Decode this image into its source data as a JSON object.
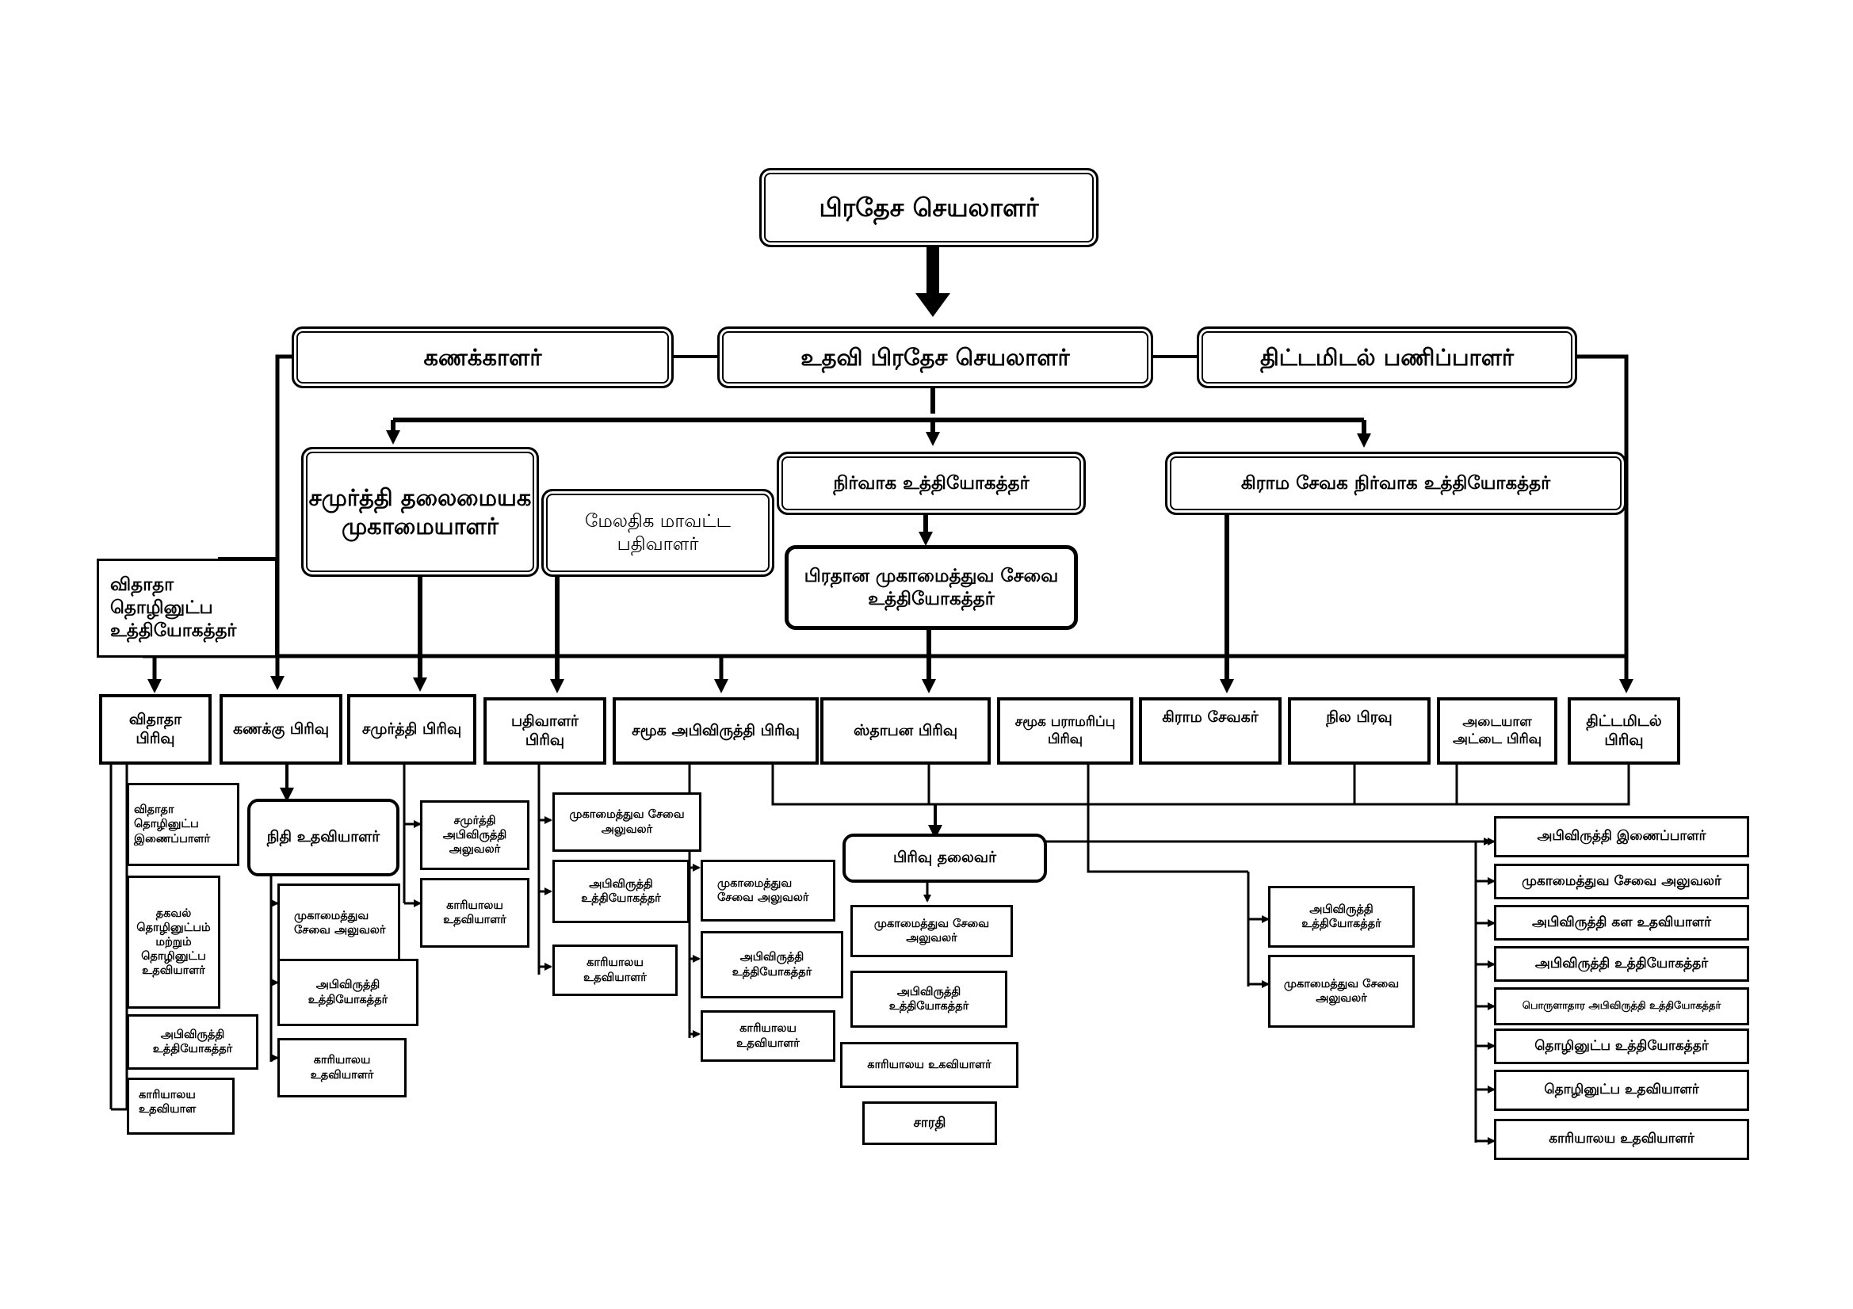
{
  "nodes": {
    "ds": "பிரதேச செயலாளர்",
    "accountant": "கணக்காளர்",
    "ads": "உதவி பிரதேச செயலாளர்",
    "planning": "திட்டமிடல் பணிப்பாளர்",
    "samurdhi_mgr": "சமுர்த்தி தலைமையக முகாமையாளர்",
    "addl_registrar": "மேலதிக மாவட்ட பதிவாளர்",
    "admin_officer": "நிர்வாக உத்தியோகத்தர்",
    "gs_admin": "கிராம சேவக நிர்வாக உத்தியோகத்தர்",
    "chief_mgmt": "பிரதான முகாமைத்துவ சேவை உத்தியோகத்தர்",
    "vidatha_officer": "விதாதா தொழினுட்ப உத்தியோகத்தர்",
    "div_vidatha": "விதாதா பிரிவு",
    "div_accounts": "கணக்கு பிரிவு",
    "div_samurdhi": "சமுர்த்தி பிரிவு",
    "div_registrar": "பதிவாளர் பிரிவு",
    "div_social_dev": "சமூக அபிவிருத்தி பிரிவு",
    "div_establish": "ஸ்தாபன பிரிவு",
    "div_social_care": "சமூக பராமரிப்பு பிரிவு",
    "div_gs": "கிராம சேவகர்",
    "div_land": "நில பிரவு",
    "div_id": "அடையாள அட்டை பிரிவு",
    "div_planning": "திட்டமிடல் பிரிவு",
    "v_tech_coord": "விதாதா தொழினுட்ப இணைப்பாளர்",
    "v_info_tech": "தகவல் தொழினுட்பம் மற்றும் தொழினுட்ப உதவியாளர்",
    "v_dev_officer": "அபிவிருத்தி உத்தியோகத்தர்",
    "v_office_asst": "காரியாலய உதவியாள",
    "a_finance_asst": "நிதி உதவியாளர்",
    "a_mgmt_asst": "முகாமைத்துவ சேவை அலுவலர்",
    "a_dev_officer": "அபிவிருத்தி உத்தியோகத்தர்",
    "a_office_asst": "காரியாலய உதவியாளர்",
    "s_dev_officer": "சமுர்த்தி அபிவிருத்தி அலுவலர்",
    "s_office_asst": "காரியாலய உதவியாளர்",
    "r_mgmt_asst": "முகாமைத்துவ சேவை அலுவலர்",
    "r_dev_officer": "அபிவிருத்தி உத்தியோகத்தர்",
    "r_office_asst": "காரியாலய உதவியாளர்",
    "sd_mgmt_asst": "முகாமைத்துவ சேவை அலுவலர்",
    "sd_dev_officer": "அபிவிருத்தி உத்தியோகத்தர்",
    "sd_office_asst": "காரியாலய உதவியாளர்",
    "div_head": "பிரிவு தலைவர்",
    "e_mgmt_asst": "முகாமைத்துவ சேவை அலுவலர்",
    "e_dev_officer": "அபிவிருத்தி உத்தியோகத்தர்",
    "e_office_asst": "காரியாலய உகவியாளர்",
    "e_driver": "சாரதி",
    "sc_dev_officer": "அபிவிருத்தி உத்தியோகத்தர்",
    "sc_mgmt_asst": "முகாமைத்துவ சேவை அலுவலர்",
    "p_dev_coord": "அபிவிருத்தி இணைப்பாளர்",
    "p_mgmt_asst": "முகாமைத்துவ சேவை அலுவலர்",
    "p_dev_field": "அபிவிருத்தி கள உதவியாளர்",
    "p_dev_officer": "அபிவிருத்தி உத்தியோகத்தர்",
    "p_econ_dev": "பொருளாதார அபிவிருத்தி உத்தியோகத்தர்",
    "p_tech_officer": "தொழினுட்ப உத்தியோகத்தர்",
    "p_tech_asst": "தொழினுட்ப உதவியாளர்",
    "p_office_asst": "காரியாலய உதவியாளர்"
  }
}
